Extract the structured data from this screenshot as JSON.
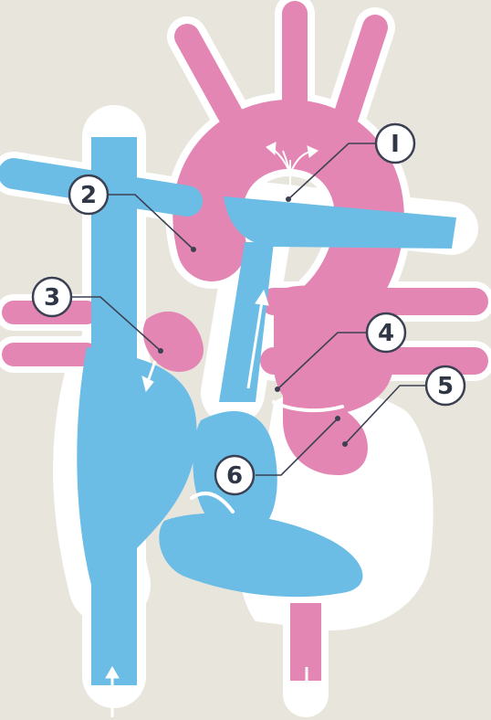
{
  "colors": {
    "background": "#e8e6dc",
    "venous_blue": "#6cbde6",
    "arterial_pink": "#e486b4",
    "outline_white": "#ffffff",
    "callout_stroke": "#3b4152",
    "callout_fill": "#ffffff"
  },
  "icons": [
    "arrow-up",
    "arrow-down",
    "spray-arrows"
  ],
  "callouts": [
    {
      "id": "1",
      "label": "I"
    },
    {
      "id": "2",
      "label": "2"
    },
    {
      "id": "3",
      "label": "3"
    },
    {
      "id": "4",
      "label": "4"
    },
    {
      "id": "5",
      "label": "5"
    },
    {
      "id": "6",
      "label": "6"
    }
  ]
}
